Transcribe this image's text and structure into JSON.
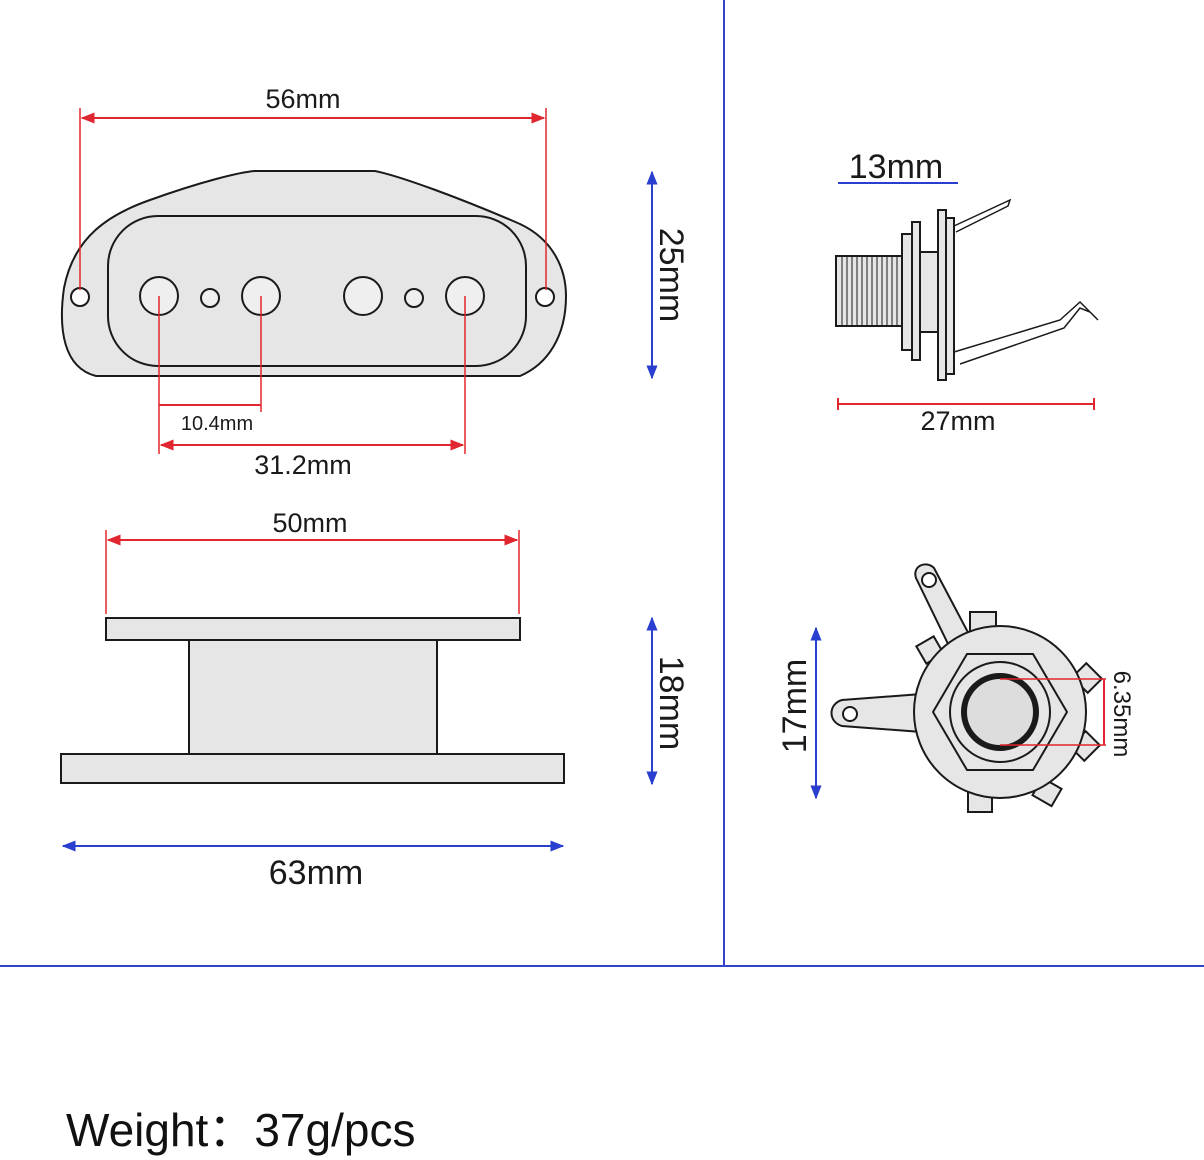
{
  "colors": {
    "divider": "#3344cc",
    "dimension_red": "#e0262e",
    "dimension_blue": "#2a3fcf",
    "part_fill": "#e6e6e6",
    "part_stroke": "#1a1a1a"
  },
  "pickup_top": {
    "overall_width": "56mm",
    "height": "25mm",
    "pole_spacing_small": "10.4mm",
    "pole_spacing_large": "31.2mm"
  },
  "pickup_side": {
    "top_width": "50mm",
    "height": "18mm",
    "base_width": "63mm"
  },
  "jack_side": {
    "barrel_length": "13mm",
    "overall_length": "27mm"
  },
  "jack_front": {
    "height": "17mm",
    "hole_diameter": "6.35mm"
  },
  "weight_text": "Weight：37g/pcs"
}
